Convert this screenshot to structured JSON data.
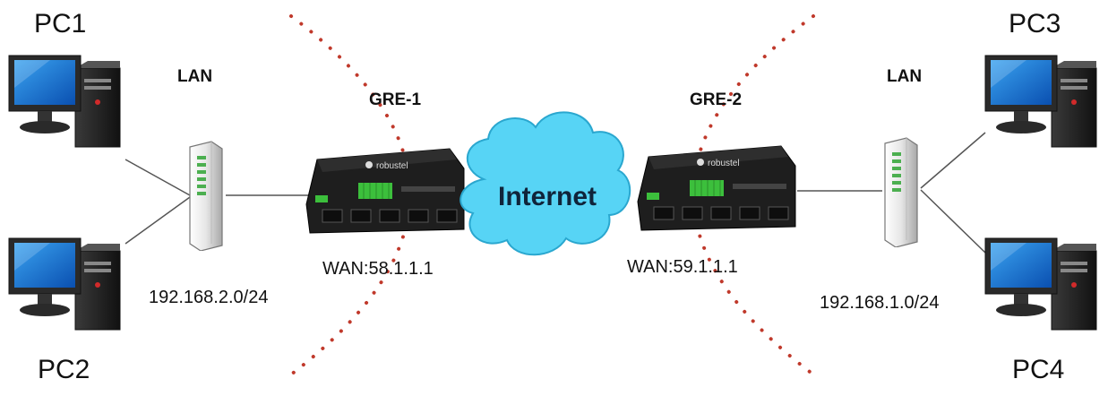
{
  "pcs": {
    "pc1": "PC1",
    "pc2": "PC2",
    "pc3": "PC3",
    "pc4": "PC4"
  },
  "lan": {
    "left": "LAN",
    "right": "LAN"
  },
  "gre": {
    "left": "GRE-1",
    "right": "GRE-2"
  },
  "wan": {
    "left": "WAN:58.1.1.1",
    "right": "WAN:59.1.1.1"
  },
  "subnets": {
    "left": "192.168.2.0/24",
    "right": "192.168.1.0/24"
  },
  "cloud": {
    "label": "Internet",
    "color": "#57d4f5"
  },
  "router": {
    "brand": "robustel",
    "color": "#1e1e1e",
    "terminal_color": "#3cbf3c"
  },
  "colors": {
    "dotted_arc": "#c0392b",
    "line": "#555555"
  },
  "icons": {
    "pc": "desktop-computer-icon",
    "switch": "network-switch-icon",
    "router": "router-icon",
    "cloud": "cloud-icon"
  }
}
